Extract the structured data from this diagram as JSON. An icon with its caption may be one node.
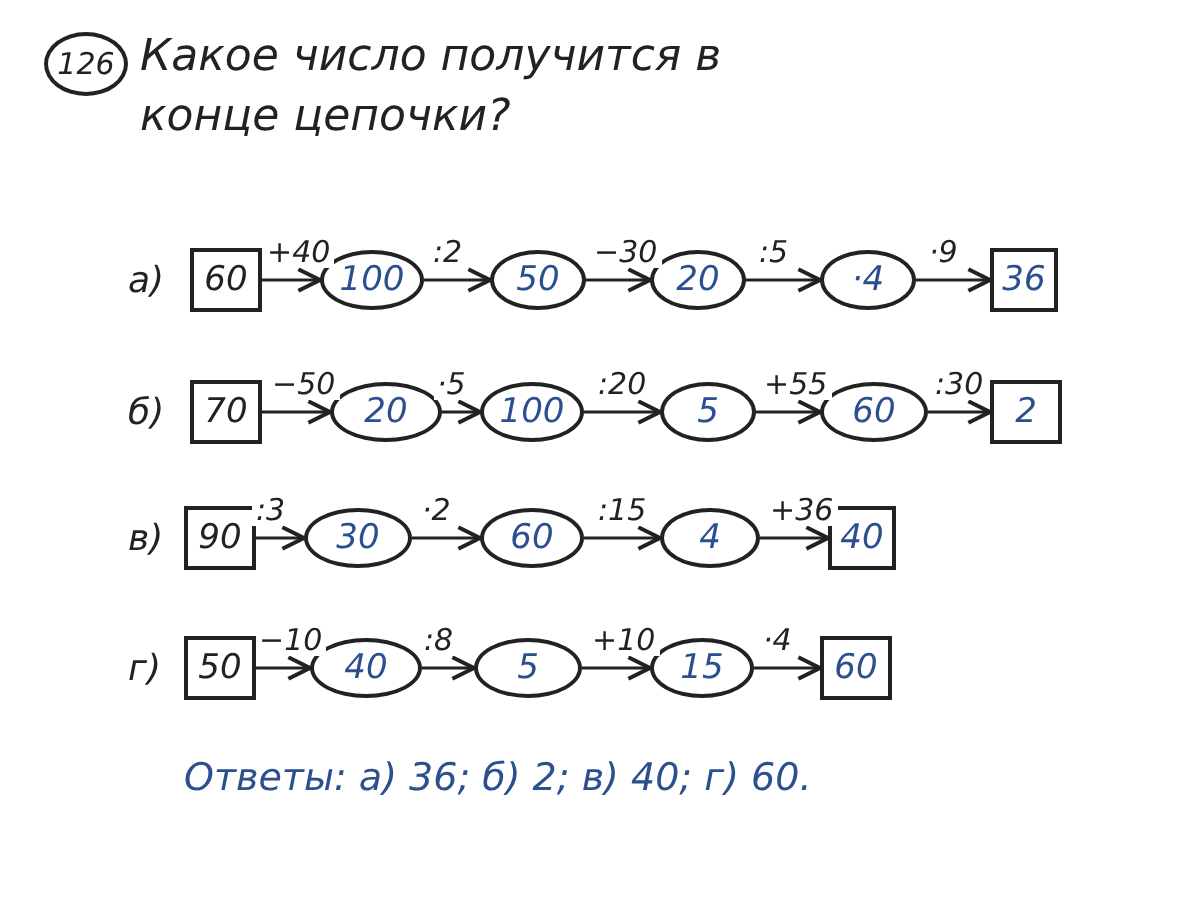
{
  "diagram": {
    "title": "Какое число получится в конце цепочки?",
    "nodes": [
      {
        "text": [
          "126"
        ]
      },
      {
        "text": [
          "60"
        ]
      },
      {
        "text": [
          "100"
        ]
      },
      {
        "text": [
          "50"
        ]
      },
      {
        "text": [
          "20"
        ]
      },
      {
        "text": [
          "·4"
        ]
      },
      {
        "text": [
          "36"
        ]
      },
      {
        "text": [
          "70"
        ]
      },
      {
        "text": [
          "20"
        ]
      },
      {
        "text": [
          "100"
        ]
      },
      {
        "text": [
          "5"
        ]
      },
      {
        "text": [
          "60"
        ]
      },
      {
        "text": [
          "2"
        ]
      },
      {
        "text": [
          "90"
        ]
      },
      {
        "text": [
          "30"
        ]
      },
      {
        "text": [
          "60"
        ]
      },
      {
        "text": [
          "4"
        ]
      },
      {
        "text": [
          "40"
        ]
      },
      {
        "text": [
          "50"
        ]
      },
      {
        "text": [
          "40"
        ]
      },
      {
        "text": [
          "5"
        ]
      },
      {
        "text": [
          "15"
        ]
      },
      {
        "text": [
          "60"
        ]
      }
    ],
    "edges": [
      {
        "from": 1,
        "to": 2,
        "arrow": "to",
        "label": "+40"
      },
      {
        "from": 2,
        "to": 3,
        "arrow": "to",
        "label": ":2"
      },
      {
        "from": 3,
        "to": 4,
        "arrow": "to",
        "label": "−30"
      },
      {
        "from": 4,
        "to": 5,
        "arrow": "to",
        "label": ":5"
      },
      {
        "from": 5,
        "to": 6,
        "arrow": "to",
        "label": "·9"
      },
      {
        "from": 7,
        "to": 8,
        "arrow": "to",
        "label": "−50"
      },
      {
        "from": 8,
        "to": 9,
        "arrow": "to",
        "label": "·5"
      },
      {
        "from": 9,
        "to": 10,
        "arrow": "to",
        "label": ":20"
      },
      {
        "from": 10,
        "to": 11,
        "arrow": "to",
        "label": "+55"
      },
      {
        "from": 11,
        "to": 12,
        "arrow": "to",
        "label": ":30"
      },
      {
        "from": 13,
        "to": 14,
        "arrow": "to",
        "label": ":3"
      },
      {
        "from": 14,
        "to": 15,
        "arrow": "to",
        "label": "·2"
      },
      {
        "from": 15,
        "to": 16,
        "arrow": "to",
        "label": ":15"
      },
      {
        "from": 16,
        "to": 17,
        "arrow": "to",
        "label": "+36"
      },
      {
        "from": 18,
        "to": 19,
        "arrow": "to",
        "label": "−10"
      },
      {
        "from": 19,
        "to": 20,
        "arrow": "to",
        "label": ":8"
      },
      {
        "from": 20,
        "to": 21,
        "arrow": "to",
        "label": "+10"
      },
      {
        "from": 21,
        "to": 22,
        "arrow": "to",
        "label": "·4"
      }
    ],
    "labels": [
      "а)",
      "б)",
      "в)",
      "г)",
      "Ответы: а) 36; б) 2; в) 40; г) 60."
    ]
  }
}
